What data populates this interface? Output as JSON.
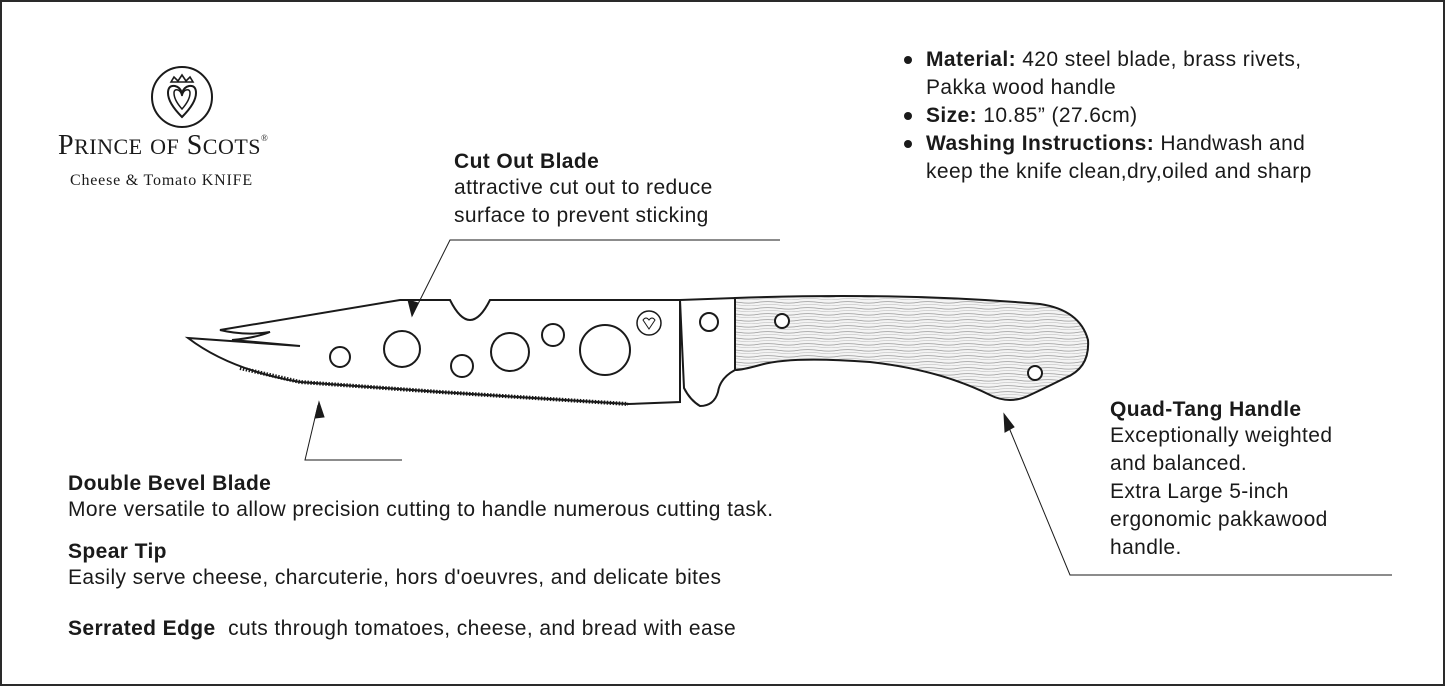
{
  "brand": {
    "name_initial_1": "P",
    "name_rest_1": "RINCE",
    "name_middle": "OF",
    "name_initial_2": "S",
    "name_rest_2": "COTS",
    "trademark": "®",
    "subtitle": "Cheese & Tomato  KNIFE"
  },
  "callouts": {
    "cut_out_blade": {
      "title": "Cut Out Blade",
      "lines": [
        "attractive cut out to reduce",
        "surface to prevent sticking"
      ]
    },
    "quad_tang_handle": {
      "title": "Quad-Tang Handle",
      "lines": [
        "Exceptionally weighted",
        "and balanced.",
        "Extra Large 5-inch",
        "ergonomic pakkawood",
        "handle."
      ]
    },
    "double_bevel_blade": {
      "title": "Double Bevel Blade",
      "text": "More versatile to allow precision cutting to handle numerous cutting task."
    },
    "spear_tip": {
      "title": "Spear Tip",
      "text": "Easily serve cheese, charcuterie, hors d'oeuvres, and delicate bites"
    },
    "serrated_edge": {
      "title": "Serrated Edge",
      "text": "cuts through tomatoes, cheese, and bread with ease"
    }
  },
  "specs": [
    {
      "label": "Material:",
      "value": "420 steel blade, brass rivets,",
      "continuation": "Pakka wood handle"
    },
    {
      "label": "Size:",
      "value": "10.85” (27.6cm)",
      "continuation": ""
    },
    {
      "label": "Washing Instructions:",
      "value": " Handwash and",
      "continuation": "keep the knife clean,dry,oiled and sharp"
    }
  ],
  "colors": {
    "ink": "#1a1a1a",
    "frame": "#2a2a2a",
    "wood": "#8a8a8a",
    "background": "#ffffff"
  }
}
